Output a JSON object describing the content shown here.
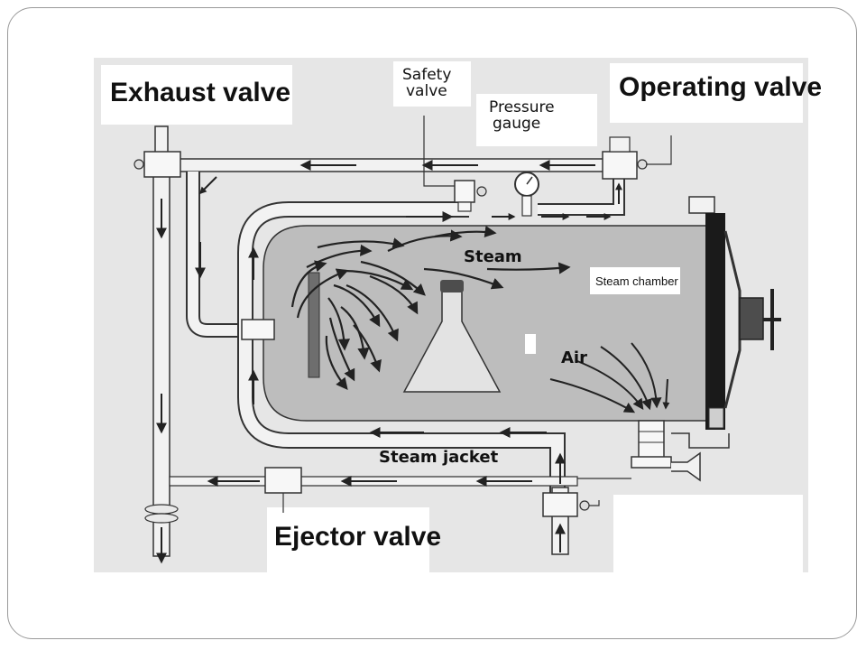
{
  "labels": {
    "exhaust_valve": "Exhaust valve",
    "operating_valve": "Operating valve",
    "safety_valve_line1": "Safety",
    "safety_valve_line2": "valve",
    "pressure_gauge_line1": "Pressure",
    "pressure_gauge_line2": "gauge",
    "steam": "Steam",
    "steam_chamber": "Steam chamber",
    "air": "Air",
    "steam_jacket": "Steam jacket",
    "ejector_valve": "Ejector valve"
  },
  "colors": {
    "panel": "#e6e6e6",
    "chamber": "#bdbdbd",
    "pipe_outline": "#333333",
    "door": "#1a1a1a"
  }
}
